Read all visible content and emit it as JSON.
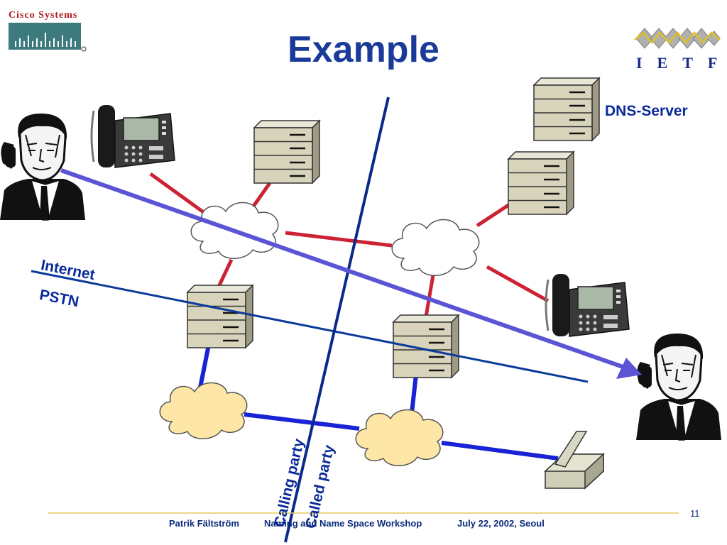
{
  "slide": {
    "title": "Example",
    "page_number": "11",
    "labels": {
      "dns_server": "DNS-Server",
      "internet": "Internet",
      "pstn": "PSTN",
      "calling_party": "Calling party",
      "called_party": "Called party"
    },
    "footer": {
      "author": "Patrik Fältström",
      "workshop": "Naming and Name Space Workshop",
      "date_place": "July 22,  2002, Seoul"
    },
    "logos": {
      "cisco": "Cisco Systems",
      "ietf": "IETF"
    }
  },
  "colors": {
    "title_blue": "#1a3a9a",
    "internet_link": "#cc2233",
    "pstn_link": "#1a22d6",
    "call_arrow": "#5b55d6",
    "divider": "#0a2a8a",
    "footer_rule": "#e0c860"
  },
  "icons": [
    "cisco-logo-icon",
    "ietf-logo-icon",
    "ip-phone-icon",
    "server-icon",
    "cloud-icon",
    "person-on-phone-icon",
    "desk-phone-icon"
  ]
}
